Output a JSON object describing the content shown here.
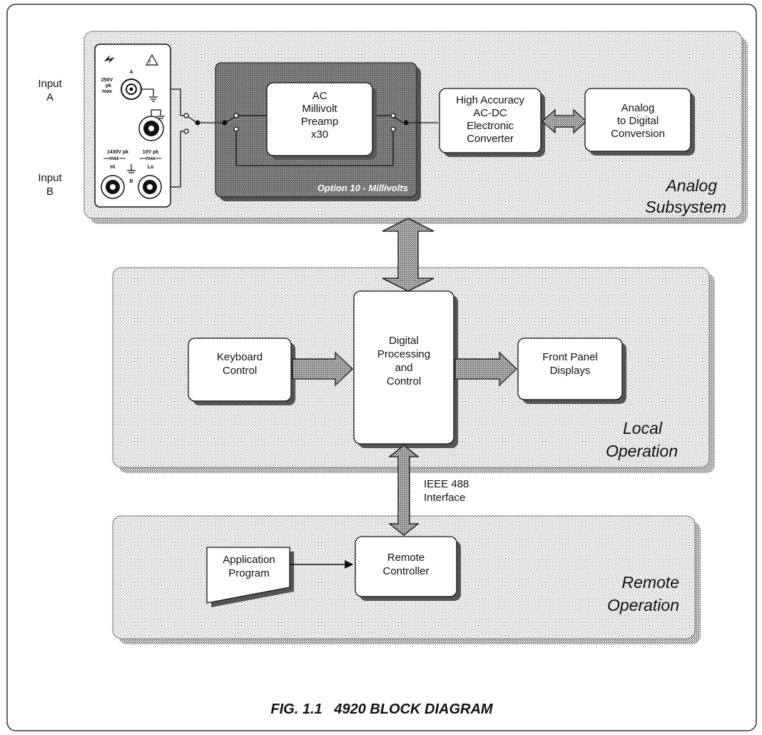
{
  "diagram": {
    "caption": "FIG. 1.1   4920 BLOCK DIAGRAM",
    "subsystems": {
      "analog": [
        "Analog",
        "Subsystem"
      ],
      "local": [
        "Local",
        "Operation"
      ],
      "remote": [
        "Remote",
        "Operation"
      ]
    },
    "inputs": {
      "a": [
        "Input",
        "A"
      ],
      "b": [
        "Input",
        "B"
      ]
    },
    "panel": {
      "label_a": "A",
      "label_b": "B",
      "rating_a": [
        "250V",
        "pk",
        "max"
      ],
      "rating_hi": "1430V pk",
      "rating_lo": "10V pk",
      "max": "max",
      "hi": "Hi",
      "lo": "Lo"
    },
    "option_label": "Option 10 - Millivolts",
    "blocks": {
      "preamp": [
        "AC",
        "Millivolt",
        "Preamp",
        "x30"
      ],
      "converter": [
        "High Accuracy",
        "AC-DC",
        "Electronic",
        "Converter"
      ],
      "adc": [
        "Analog",
        "to Digital",
        "Conversion"
      ],
      "keyboard": [
        "Keyboard",
        "Control"
      ],
      "processing": [
        "Digital",
        "Processing",
        "and",
        "Control"
      ],
      "displays": [
        "Front Panel",
        "Displays"
      ],
      "application": [
        "Application",
        "Program"
      ],
      "remote": [
        "Remote",
        "Controller"
      ]
    },
    "bus_label": [
      "IEEE 488",
      "Interface"
    ]
  }
}
